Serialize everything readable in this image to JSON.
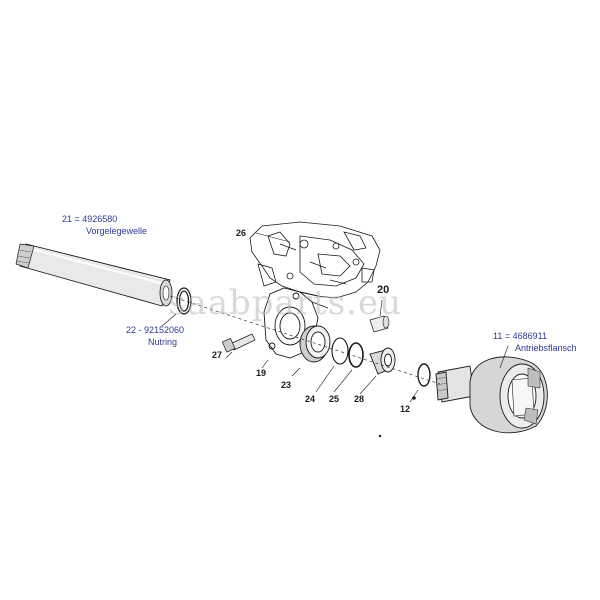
{
  "watermark": "saabparts.eu",
  "callouts": {
    "part21_number": "21 = 4926580",
    "part21_name": "Vorgelegewelle",
    "part22_number": "22 - 92152060",
    "part22_name": "Nutring",
    "part11_number": "11 = 4686911",
    "part11_name": "Antriebsflansch"
  },
  "part_numbers": {
    "n26": "26",
    "n20": "20",
    "n27": "27",
    "n19": "19",
    "n23": "23",
    "n24": "24",
    "n25": "25",
    "n28": "28",
    "n12": "12"
  },
  "colors": {
    "label_blue": "#2d3a8c",
    "line": "#1a1a1a",
    "watermark": "#b4b4b4"
  }
}
